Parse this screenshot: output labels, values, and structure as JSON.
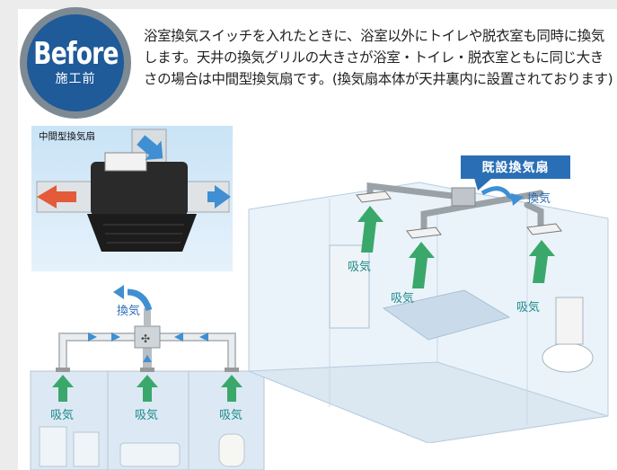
{
  "badge": {
    "word": "Before",
    "sub": "施工前"
  },
  "description": "浴室換気スイッチを入れたときに、浴室以外にトイレや脱衣室も同時に換気します。天井の換気グリルの大きさが浴室・トイレ・脱衣室ともに同じ大きさの場合は中間型換気扇です。(換気扇本体が天井裏内に設置されております)",
  "photo": {
    "label": "中間型換気扇"
  },
  "callout": {
    "label": "既設換気扇"
  },
  "labels": {
    "intake": "吸気",
    "exhaust": "換気"
  },
  "colors": {
    "badge_blue": "#1f5a99",
    "callout_blue": "#2a6fb5",
    "intake_green": "#3aa86b",
    "exhaust_blue": "#3f8fd2",
    "duct_gray": "#b9bec2"
  }
}
